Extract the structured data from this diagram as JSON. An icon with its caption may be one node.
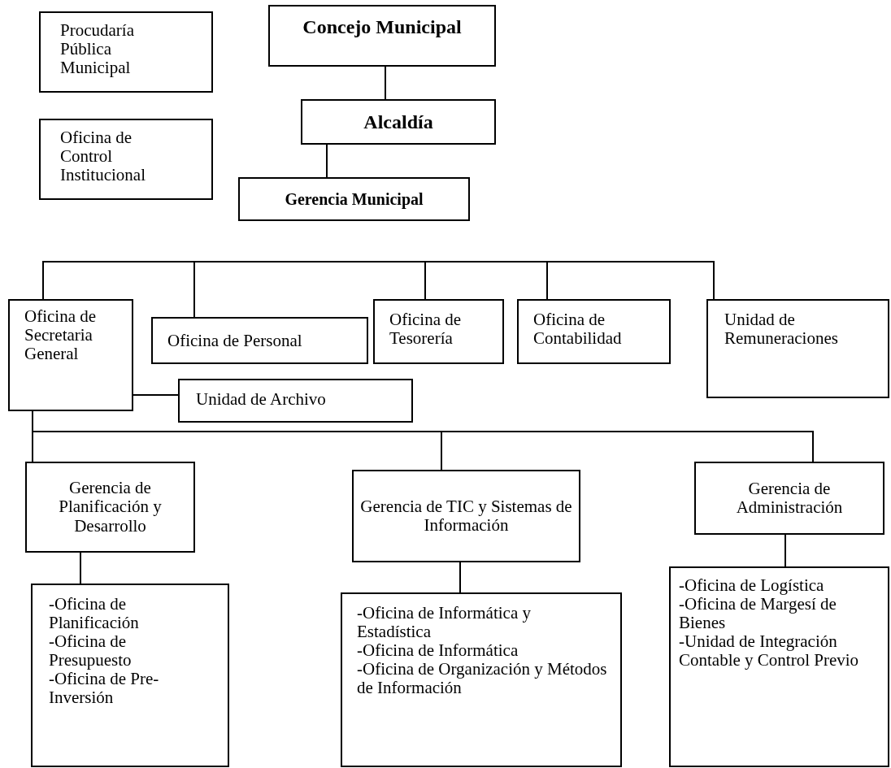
{
  "diagram": {
    "nodes": [
      {
        "text": [
          "Procudaría Pública Municipal"
        ]
      },
      {
        "text": [
          "Oficina de Control Institucional"
        ]
      },
      {
        "text": [
          "Concejo Municipal"
        ]
      },
      {
        "text": [
          "Alcaldía"
        ]
      },
      {
        "text": [
          "Gerencia Municipal"
        ]
      },
      {
        "text": [
          "Oficina de Secretaria General"
        ]
      },
      {
        "text": [
          "Oficina de Personal"
        ]
      },
      {
        "text": [
          "Oficina de Tesorería"
        ]
      },
      {
        "text": [
          "Oficina de Contabilidad"
        ]
      },
      {
        "text": [
          "Unidad de Remuneraciones"
        ]
      },
      {
        "text": [
          "Unidad de Archivo"
        ]
      },
      {
        "text": [
          "Gerencia de Planificación y Desarrollo"
        ]
      },
      {
        "text": [
          "Gerencia de TIC y Sistemas de Información"
        ]
      },
      {
        "text": [
          "Gerencia de Administración"
        ]
      },
      {
        "text": [
          "-Oficina de Planificación",
          "-Oficina de Presupuesto",
          "-Oficina de Pre-Inversión"
        ]
      },
      {
        "text": [
          "-Oficina de Informática y Estadística",
          "-Oficina de Informática",
          "-Oficina de Organización y Métodos de Información"
        ]
      },
      {
        "text": [
          "-Oficina de Logística",
          "-Oficina de Margesí de Bienes",
          "-Unidad de Integración Contable y Control Previo"
        ]
      }
    ],
    "edges": [
      {
        "from": 2,
        "to": 3,
        "arrow": "none"
      },
      {
        "from": 3,
        "to": 4,
        "arrow": "none"
      },
      {
        "from": 5,
        "to": 6,
        "arrow": "none"
      },
      {
        "from": 5,
        "to": 7,
        "arrow": "none"
      },
      {
        "from": 5,
        "to": 8,
        "arrow": "none"
      },
      {
        "from": 5,
        "to": 9,
        "arrow": "none"
      },
      {
        "from": 5,
        "to": 10,
        "arrow": "none"
      },
      {
        "from": 5,
        "to": 11,
        "arrow": "none"
      },
      {
        "from": 5,
        "to": 12,
        "arrow": "none"
      },
      {
        "from": 5,
        "to": 13,
        "arrow": "none"
      },
      {
        "from": 11,
        "to": 14,
        "arrow": "none"
      },
      {
        "from": 12,
        "to": 15,
        "arrow": "none"
      },
      {
        "from": 13,
        "to": 16,
        "arrow": "none"
      }
    ]
  }
}
